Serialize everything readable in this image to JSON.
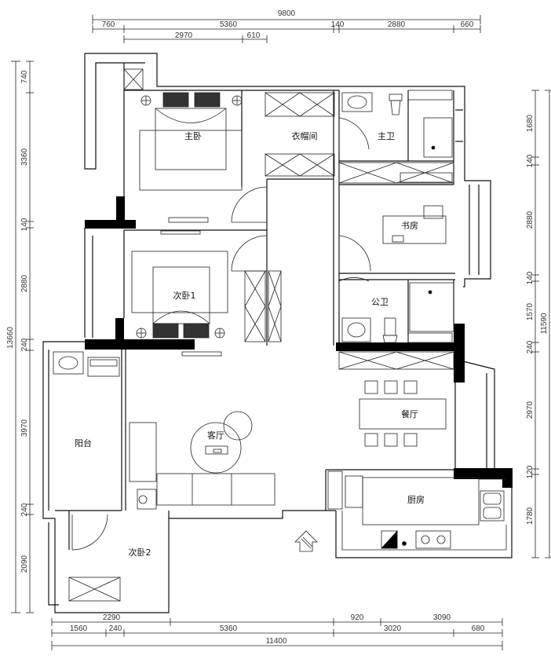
{
  "dimensions": {
    "top_total": "9800",
    "top_row1": [
      "760",
      "5360",
      "140",
      "2880",
      "660"
    ],
    "top_row2": [
      "2970",
      "610"
    ],
    "bottom_row1": [
      "2290",
      "920",
      "3090"
    ],
    "bottom_row2": [
      "1560",
      "240",
      "5360",
      "3020",
      "680"
    ],
    "bottom_total": "11400",
    "left_inner": [
      "740",
      "3360",
      "140",
      "2880",
      "240",
      "3970",
      "240",
      "2090"
    ],
    "left_total": "13660",
    "right_inner": [
      "1680",
      "140",
      "2880",
      "140",
      "1570",
      "240",
      "2970",
      "120",
      "1780"
    ],
    "right_total": "11590"
  },
  "rooms": {
    "master_bedroom": "主卧",
    "walk_in_closet": "衣帽间",
    "master_bath": "主卫",
    "study": "书房",
    "second_bedroom_1": "次卧1",
    "public_bath": "公卫",
    "balcony": "阳台",
    "living_room": "客厅",
    "dining_room": "餐厅",
    "kitchen": "厨房",
    "second_bedroom_2": "次卧2"
  },
  "colors": {
    "line": "#111111",
    "wall_fill": "#000000",
    "background": "#ffffff"
  },
  "icons": [
    "north-arrow-icon",
    "toilet-icon",
    "washbasin-icon",
    "stove-icon",
    "sink-icon",
    "bed-icon",
    "door-swing-icon"
  ]
}
